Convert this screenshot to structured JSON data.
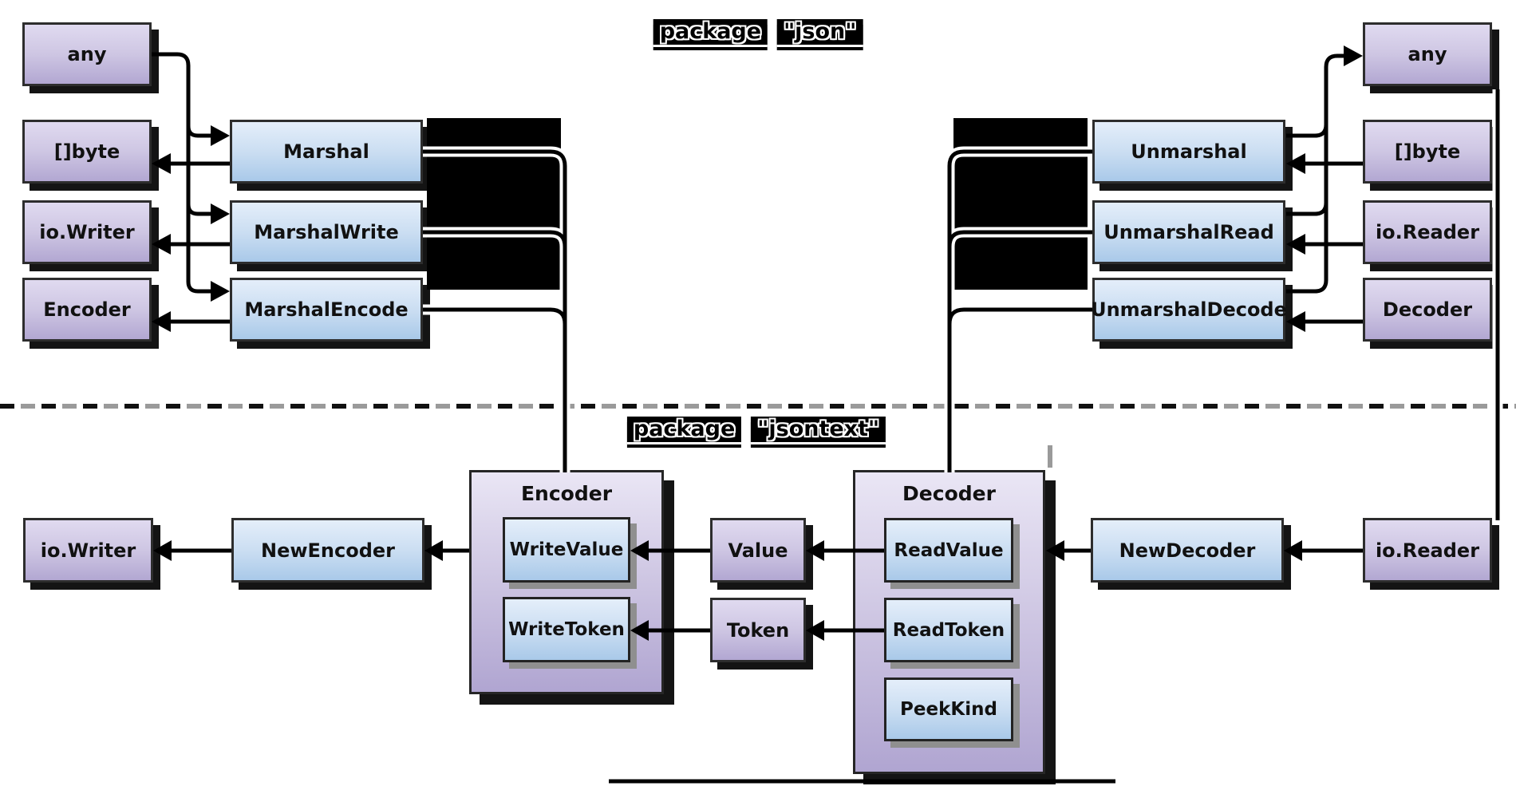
{
  "titles": {
    "json": {
      "word1": "package",
      "word2": "\"json\""
    },
    "jsontext": {
      "word1": "package",
      "word2": "\"jsontext\""
    }
  },
  "json_section": {
    "left_types": [
      "any",
      "[]byte",
      "io.Writer",
      "Encoder"
    ],
    "marshal_funcs": [
      "Marshal",
      "MarshalWrite",
      "MarshalEncode"
    ],
    "unmarshal_funcs": [
      "Unmarshal",
      "UnmarshalRead",
      "UnmarshalDecode"
    ],
    "right_types": [
      "any",
      "[]byte",
      "io.Reader",
      "Decoder"
    ]
  },
  "jsontext_section": {
    "io_writer": "io.Writer",
    "new_encoder": "NewEncoder",
    "encoder_title": "Encoder",
    "write_value": "WriteValue",
    "write_token": "WriteToken",
    "value": "Value",
    "token": "Token",
    "decoder_title": "Decoder",
    "read_value": "ReadValue",
    "read_token": "ReadToken",
    "peek_kind": "PeekKind",
    "new_decoder": "NewDecoder",
    "io_reader": "io.Reader"
  },
  "colors": {
    "type_box": "#b2a7d2",
    "func_box": "#a9c9e9",
    "container_box": "#b0a5d1",
    "box_shadow": "#141414",
    "inner_shadow": "#8f8f8f",
    "dash_gray": "#9a9a9a",
    "line": "#000000"
  }
}
